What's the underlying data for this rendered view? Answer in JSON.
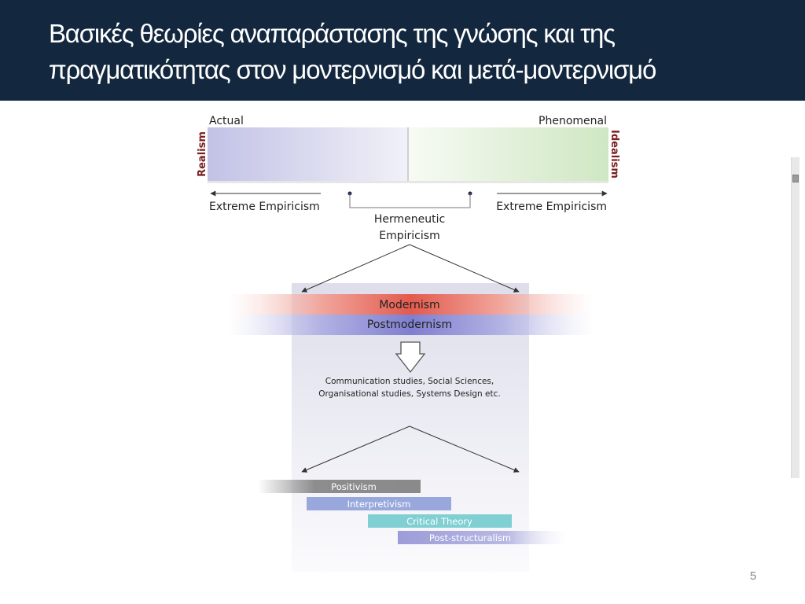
{
  "slide": {
    "title_line1": "Βασικές θεωρίες αναπαράστασης της γνώσης και της",
    "title_line2": "πραγματικότητας στον μοντερνισμό και μετά-μοντερνισμό",
    "page_number": "5"
  },
  "diagram": {
    "actual": "Actual",
    "phenomenal": "Phenomenal",
    "realism": "Realism",
    "idealism": "Idealism",
    "extreme_empiricism_left": "Extreme Empiricism",
    "extreme_empiricism_right": "Extreme Empiricism",
    "hermeneutic_line1": "Hermeneutic",
    "hermeneutic_line2": "Empiricism",
    "modernism": "Modernism",
    "postmodernism": "Postmodernism",
    "fields_line1": "Communication studies, Social Sciences,",
    "fields_line2": "Organisational studies, Systems Design etc.",
    "positivism": "Positivism",
    "interpretivism": "Interpretivism",
    "critical_theory": "Critical Theory",
    "post_structuralism": "Post-structuralism"
  },
  "colors": {
    "header_bg": "#13273f",
    "realism_accent": "#7a1e1e",
    "modernism": "#e35a4e",
    "postmodernism": "#7f7fd0",
    "positivism": "#8d8d8d",
    "interpretivism": "#98a8dc",
    "critical_theory": "#7fcfd3",
    "post_structuralism": "#9c9cd8"
  }
}
